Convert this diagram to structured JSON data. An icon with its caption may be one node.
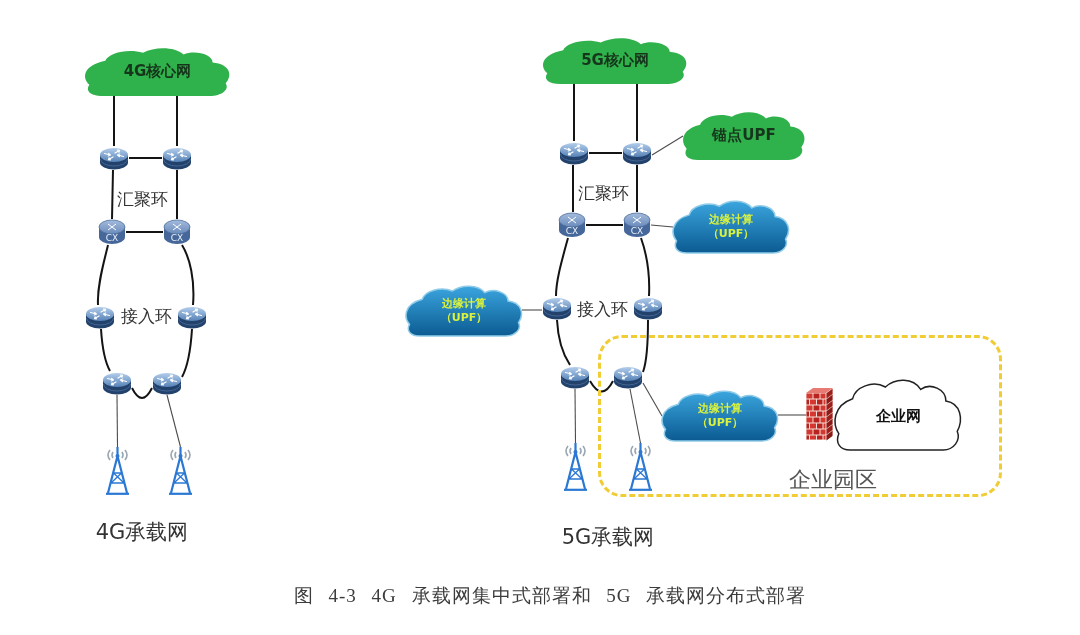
{
  "diagram": {
    "caption": "图 4-3 4G 承载网集中式部署和 5G 承载网分布式部署",
    "nodes": [
      {
        "text": [
          "4G核心网"
        ]
      },
      {
        "text": [],
        "shape": "picture"
      },
      {
        "text": [],
        "shape": "picture"
      },
      {
        "text": [
          "CX"
        ]
      },
      {
        "text": [
          "CX"
        ]
      },
      {
        "text": [],
        "shape": "picture"
      },
      {
        "text": [],
        "shape": "picture"
      },
      {
        "text": [],
        "shape": "picture"
      },
      {
        "text": [],
        "shape": "picture"
      },
      {
        "text": [],
        "shape": "picture"
      },
      {
        "text": [],
        "shape": "picture"
      },
      {
        "text": [
          "5G核心网"
        ]
      },
      {
        "text": [],
        "shape": "picture"
      },
      {
        "text": [],
        "shape": "picture"
      },
      {
        "text": [
          "锚点UPF"
        ]
      },
      {
        "text": [
          "CX"
        ]
      },
      {
        "text": [
          "CX"
        ]
      },
      {
        "text": [
          "边缘计算（UPF）"
        ]
      },
      {
        "text": [
          "边缘计算（UPF）"
        ]
      },
      {
        "text": [],
        "shape": "picture"
      },
      {
        "text": [],
        "shape": "picture"
      },
      {
        "text": [],
        "shape": "picture"
      },
      {
        "text": [
          "企业园区"
        ]
      },
      {
        "text": [],
        "shape": "picture",
        "in": 22
      },
      {
        "text": [
          "边缘计算（UPF）"
        ],
        "in": 22
      },
      {
        "text": [],
        "shape": "picture",
        "in": 22
      },
      {
        "text": [
          "企业网"
        ],
        "in": 22
      },
      {
        "text": [],
        "shape": "picture"
      },
      {
        "text": [],
        "shape": "picture",
        "in": 22
      }
    ],
    "edges": [
      {
        "from": 0,
        "to": 1,
        "arrow": "none"
      },
      {
        "from": 0,
        "to": 2,
        "arrow": "none"
      },
      {
        "from": 1,
        "to": 2,
        "arrow": "none"
      },
      {
        "from": 1,
        "to": 3,
        "arrow": "none"
      },
      {
        "from": 2,
        "to": 4,
        "arrow": "none"
      },
      {
        "from": 3,
        "to": 4,
        "arrow": "none"
      },
      {
        "from": 3,
        "to": 5,
        "arrow": "none"
      },
      {
        "from": 5,
        "to": 7,
        "arrow": "none"
      },
      {
        "from": 7,
        "to": 8,
        "arrow": "none"
      },
      {
        "from": 8,
        "to": 6,
        "arrow": "none"
      },
      {
        "from": 6,
        "to": 4,
        "arrow": "none"
      },
      {
        "from": 7,
        "to": 9,
        "arrow": "none",
        "color": "#4d4d4d"
      },
      {
        "from": 8,
        "to": 10,
        "arrow": "none",
        "color": "#4d4d4d"
      },
      {
        "from": 11,
        "to": 12,
        "arrow": "none"
      },
      {
        "from": 11,
        "to": 13,
        "arrow": "none"
      },
      {
        "from": 12,
        "to": 13,
        "arrow": "none"
      },
      {
        "from": 13,
        "to": 14,
        "arrow": "none",
        "color": "#4d4d4d"
      },
      {
        "from": 12,
        "to": 15,
        "arrow": "none"
      },
      {
        "from": 13,
        "to": 16,
        "arrow": "none"
      },
      {
        "from": 15,
        "to": 16,
        "arrow": "none"
      },
      {
        "from": 16,
        "to": 17,
        "arrow": "none",
        "color": "#4d4d4d"
      },
      {
        "from": 15,
        "to": 19,
        "arrow": "none"
      },
      {
        "from": 18,
        "to": 19,
        "arrow": "none",
        "color": "#4d4d4d"
      },
      {
        "from": 19,
        "to": 21,
        "arrow": "none"
      },
      {
        "from": 21,
        "to": 23,
        "arrow": "none"
      },
      {
        "from": 23,
        "to": 20,
        "arrow": "none"
      },
      {
        "from": 20,
        "to": 16,
        "arrow": "none"
      },
      {
        "from": 21,
        "to": 27,
        "arrow": "none",
        "color": "#4d4d4d"
      },
      {
        "from": 23,
        "to": 28,
        "arrow": "none",
        "color": "#4d4d4d"
      },
      {
        "from": 23,
        "to": 24,
        "arrow": "none",
        "color": "#4d4d4d"
      },
      {
        "from": 24,
        "to": 25,
        "arrow": "none",
        "color": "#4d4d4d"
      }
    ],
    "labels": [
      "汇聚环",
      "接入环",
      "4G承载网",
      "汇聚环",
      "接入环",
      "5G承载网"
    ]
  }
}
